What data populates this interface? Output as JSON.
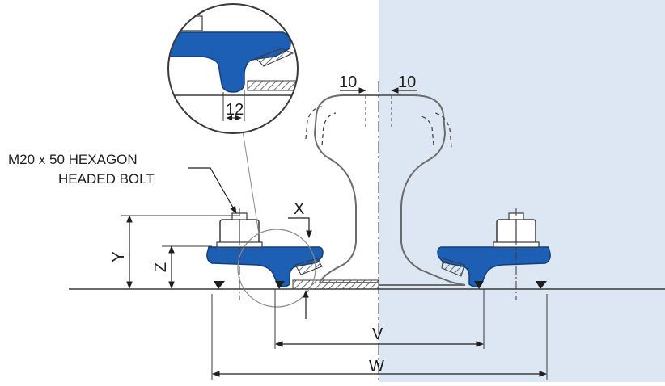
{
  "colors": {
    "accent_blue": "#1d5fb5",
    "tint_panel": "#dde7f3",
    "line": "#3a3a3a",
    "rail_outline": "#6b6b6b",
    "hatch": "#4a4a4a"
  },
  "labels": {
    "bolt_line1": "M20 x 50 HEXAGON",
    "bolt_line2": "HEADED BOLT",
    "gap_left": "10",
    "gap_right": "10",
    "detail_gap": "12",
    "dim_y": "Y",
    "dim_z": "Z",
    "dim_x": "X",
    "dim_v": "V",
    "dim_w": "W"
  },
  "icons": {
    "hexagon_bolt": "hexagon-bolt-icon",
    "clamp": "rail-clamp-icon",
    "detail_magnifier": "magnifier-circle-icon"
  }
}
